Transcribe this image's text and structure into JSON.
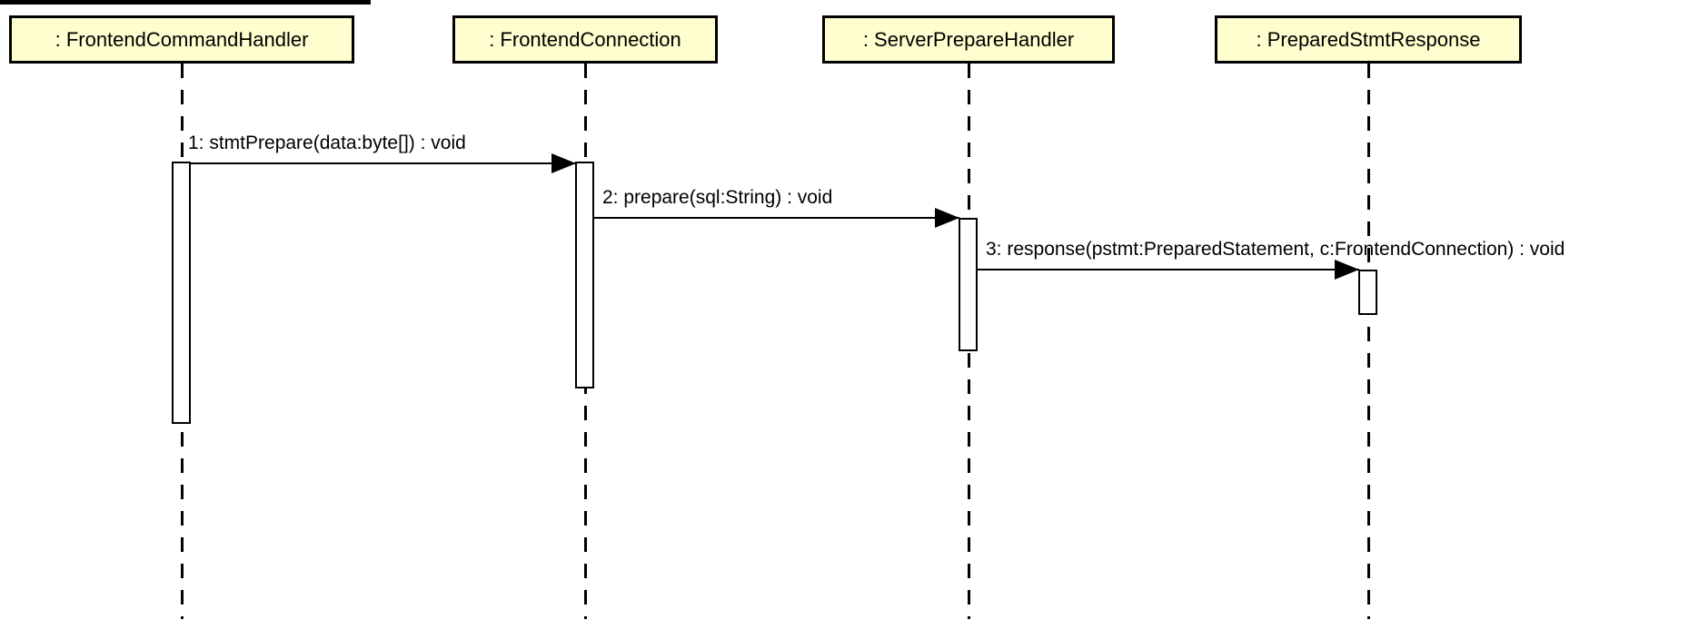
{
  "diagram": {
    "kind": "uml-sequence-diagram",
    "colors": {
      "participant_fill": "#FEFECE",
      "line_color": "#000000",
      "background": "#FFFFFF"
    },
    "participants": [
      {
        "label": ": FrontendCommandHandler"
      },
      {
        "label": ": FrontendConnection"
      },
      {
        "label": ": ServerPrepareHandler"
      },
      {
        "label": ": PreparedStmtResponse"
      }
    ],
    "messages": [
      {
        "seq": "1",
        "label": "1: stmtPrepare(data:byte[]) : void",
        "from": ": FrontendCommandHandler",
        "to": ": FrontendConnection"
      },
      {
        "seq": "2",
        "label": "2: prepare(sql:String) : void",
        "from": ": FrontendConnection",
        "to": ": ServerPrepareHandler"
      },
      {
        "seq": "3",
        "label": "3: response(pstmt:PreparedStatement, c:FrontendConnection) : void",
        "from": ": ServerPrepareHandler",
        "to": ": PreparedStmtResponse"
      }
    ]
  }
}
